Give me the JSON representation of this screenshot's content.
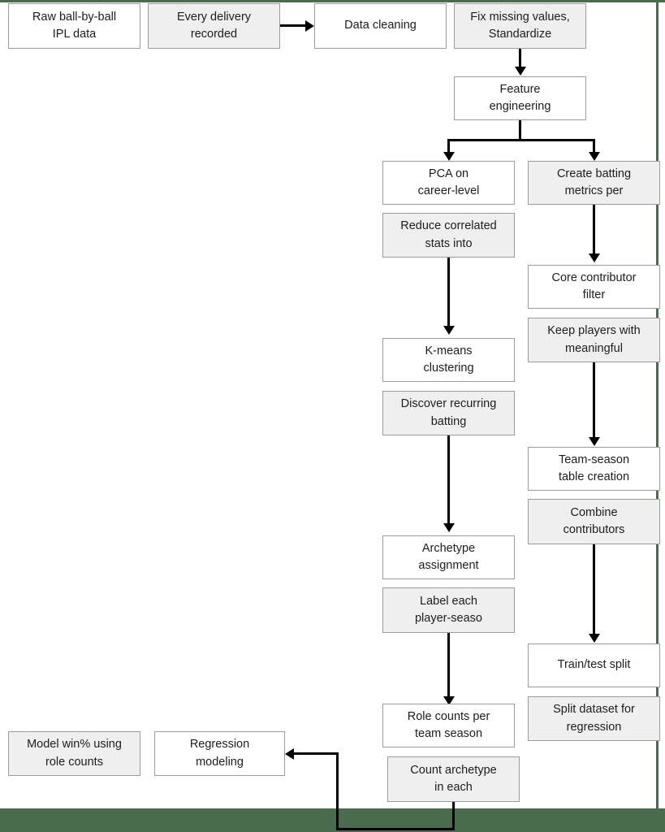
{
  "page": {
    "title": "IPL player archetype modeling pipeline",
    "accent_green": "#4a6b4d",
    "box_border": "#9b9b9b",
    "box_fill_plain": "#ffffff",
    "box_fill_shaded": "#efefef",
    "connector_color": "#000000"
  },
  "nodes": {
    "raw_data": "Raw ball-by-ball\nIPL data",
    "every_delivery": "Every delivery\nrecorded",
    "data_cleaning": "Data cleaning",
    "fix_missing": "Fix missing values,\nStandardize",
    "feature_engineering": "Feature\nengineering",
    "pca": "PCA on\ncareer-level",
    "reduce_correlated": "Reduce correlated\nstats into",
    "create_batting": "Create batting\nmetrics per",
    "core_contributor": "Core contributor\nfilter",
    "keep_players": "Keep players with\nmeaningful",
    "kmeans": "K-means\nclustering",
    "discover_recurring": "Discover recurring\nbatting",
    "team_season": "Team-season\ntable creation",
    "combine_contributors": "Combine\ncontributors",
    "archetype_assignment": "Archetype\nassignment",
    "label_each": "Label each\nplayer-seaso",
    "train_test_split": "Train/test split",
    "split_dataset": "Split dataset for\nregression",
    "role_counts": "Role counts per\nteam season",
    "count_archetype": "Count archetype\nin each",
    "regression_modeling": "Regression\nmodeling",
    "model_winpct": "Model win% using\nrole counts"
  }
}
